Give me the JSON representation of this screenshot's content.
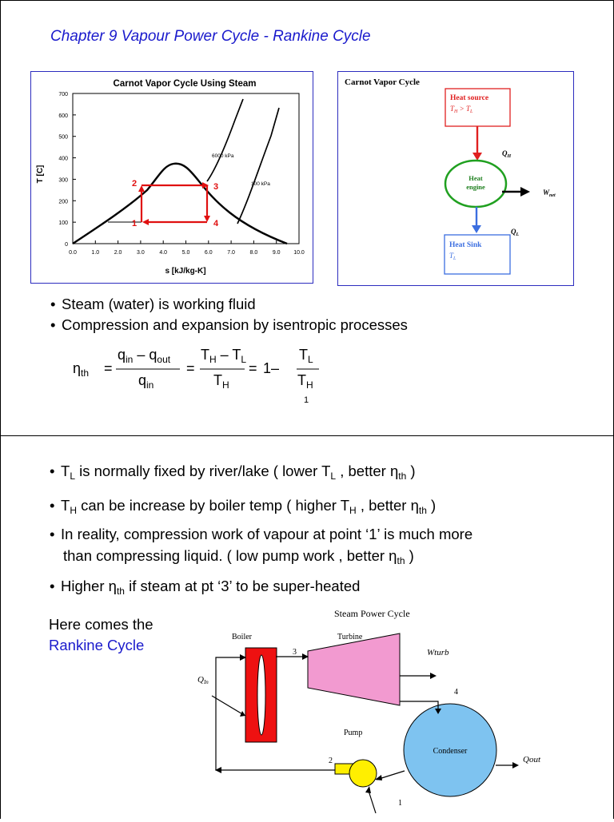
{
  "slide1": {
    "title": "Chapter 9 Vapour Power Cycle - Rankine Cycle",
    "ts_chart": {
      "title": "Carnot Vapor Cycle Using Steam",
      "ylabel": "T [C]",
      "xlabel": "s [kJ/kg-K]",
      "yticks": [
        "0",
        "100",
        "200",
        "300",
        "400",
        "500",
        "600",
        "700"
      ],
      "xticks": [
        "0.0",
        "1.0",
        "2.0",
        "3.0",
        "4.0",
        "5.0",
        "6.0",
        "7.0",
        "8.0",
        "9.0",
        "10.0"
      ],
      "isobar_high_label": "6000 kPa",
      "isobar_low_label": "100 kPa",
      "point_labels": [
        "1",
        "2",
        "3",
        "4"
      ],
      "cycle_color": "#e01010"
    },
    "carnot_diagram": {
      "title": "Carnot Vapor Cycle",
      "source_label": "Heat source",
      "source_condition": "T_H > T_L",
      "engine_label_1": "Heat",
      "engine_label_2": "engine",
      "qh": "Q",
      "qh_sub": "H",
      "ql": "Q",
      "ql_sub": "L",
      "wnet": "W",
      "wnet_sub": "net",
      "sink_label": "Heat Sink",
      "sink_temp": "T",
      "sink_temp_sub": "L"
    },
    "bullets": [
      "Steam (water) is working fluid",
      "Compression and expansion by isentropic processes"
    ],
    "equation": {
      "eta": "η",
      "eta_sub": "th",
      "q": "q",
      "in": "in",
      "out": "out",
      "T": "T",
      "H": "H",
      "L": "L",
      "one": "1"
    },
    "page_number": "1"
  },
  "slide2": {
    "bullets": [
      {
        "a": "T",
        "a_sub": "L",
        "b": " is normally fixed by river/lake ( lower T",
        "b_sub": "L",
        "c": " , better η",
        "c_sub": "th",
        "d": "  )"
      },
      {
        "a": "T",
        "a_sub": "H",
        "b": " can be increase by boiler temp ( higher T",
        "b_sub": "H",
        "c": " , better η",
        "c_sub": "th",
        "d": "  )"
      },
      {
        "line1": "In reality, compression work of vapour at  point ‘1’ is much more",
        "line2_a": "than compressing liquid. ( low pump work , better η",
        "line2_sub": "th",
        "line2_b": "  )"
      },
      {
        "a": "Higher  η",
        "a_sub": "th",
        "b": "  if  steam at pt ‘3’ to  be super-heated"
      }
    ],
    "here_text": "Here comes the",
    "rankine_text": "Rankine Cycle",
    "cycle_diagram": {
      "title": "Steam Power Cycle",
      "boiler": "Boiler",
      "turbine": "Turbine",
      "pump": "Pump",
      "condenser": "Condenser",
      "wturb": "W",
      "wturb_sub": "turb",
      "qin": "Q",
      "qin_sub": "In",
      "qout": "Q",
      "qout_sub": "out",
      "p1": "1",
      "p2": "2",
      "p3": "3",
      "p4": "4",
      "boiler_color": "#ee1111",
      "turbine_color": "#f29ad0",
      "condenser_color": "#7ec3f0",
      "pump_color": "#ffef00"
    }
  }
}
